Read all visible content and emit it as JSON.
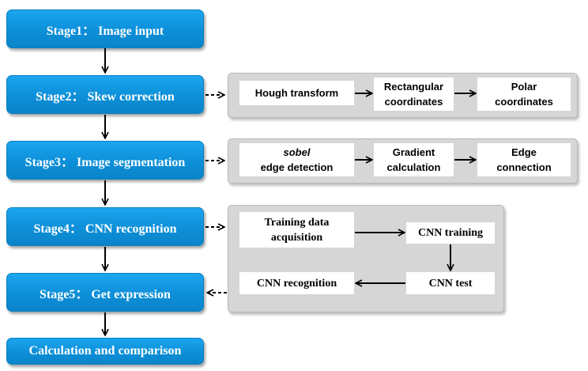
{
  "stages": [
    {
      "label": "Stage1： Image input"
    },
    {
      "label": "Stage2： Skew correction"
    },
    {
      "label": "Stage3： Image segmentation"
    },
    {
      "label": "Stage4： CNN recognition"
    },
    {
      "label": "Stage5： Get expression"
    },
    {
      "label": "Calculation and comparison"
    }
  ],
  "skew_panel": {
    "steps": [
      {
        "line1": "Hough transform"
      },
      {
        "line1": "Rectangular",
        "line2": "coordinates"
      },
      {
        "line1": "Polar",
        "line2": "coordinates"
      }
    ]
  },
  "segmentation_panel": {
    "steps": [
      {
        "line1": "sobel",
        "line2": "edge detection"
      },
      {
        "line1": "Gradient",
        "line2": "calculation"
      },
      {
        "line1": "Edge",
        "line2": "connection"
      }
    ]
  },
  "cnn_panel": {
    "training_data": {
      "line1": "Training data",
      "line2": "acquisition"
    },
    "training": "CNN training",
    "test": "CNN test",
    "recognition": "CNN recognition"
  },
  "colors": {
    "stage_fill": "#0d8fd8",
    "stage_text": "#ffffff",
    "panel_fill": "#d6d6d6",
    "step_fill": "#ffffff"
  }
}
